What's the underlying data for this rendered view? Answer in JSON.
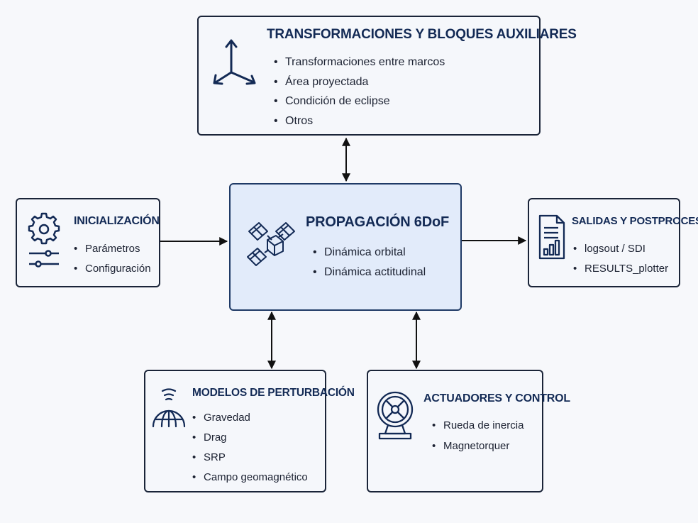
{
  "boxes": {
    "top": {
      "title": "TRANSFORMACIONES Y BLOQUES AUXILIARES",
      "items": [
        "Transformaciones entre marcos",
        "Área proyectada",
        "Condición de eclipse",
        "Otros"
      ],
      "icon": "axes-icon"
    },
    "center": {
      "title": "PROPAGACIÓN 6DoF",
      "items": [
        "Dinámica orbital",
        "Dinámica actitudinal"
      ],
      "icon": "satellite-icon"
    },
    "left": {
      "title": "INICIALIZACIÓN",
      "items": [
        "Parámetros",
        "Configuración"
      ],
      "icon": "gear-sliders-icon"
    },
    "right": {
      "title": "SALIDAS Y POSTPROCESO",
      "items": [
        "logsout / SDI",
        "RESULTS_plotter"
      ],
      "icon": "report-icon"
    },
    "bottom_left": {
      "title": "MODELOS DE PERTURBACIÓN",
      "items": [
        "Gravedad",
        "Drag",
        "SRP",
        "Campo geomagnético"
      ],
      "icon": "globe-signal-icon"
    },
    "bottom_right": {
      "title": "ACTUADORES Y CONTROL",
      "items": [
        "Rueda de inercia",
        "Magnetorquer"
      ],
      "icon": "reaction-wheel-icon"
    }
  },
  "connections": [
    {
      "from": "top",
      "to": "center",
      "type": "bidirectional"
    },
    {
      "from": "left",
      "to": "center",
      "type": "directed"
    },
    {
      "from": "center",
      "to": "right",
      "type": "directed"
    },
    {
      "from": "center",
      "to": "bottom_left",
      "type": "bidirectional"
    },
    {
      "from": "center",
      "to": "bottom_right",
      "type": "bidirectional"
    }
  ],
  "colors": {
    "title": "#132a55",
    "border": "#1a2438",
    "center_fill": "#e2ebfa",
    "box_fill": "#f5f7fb",
    "arrow": "#111111"
  }
}
